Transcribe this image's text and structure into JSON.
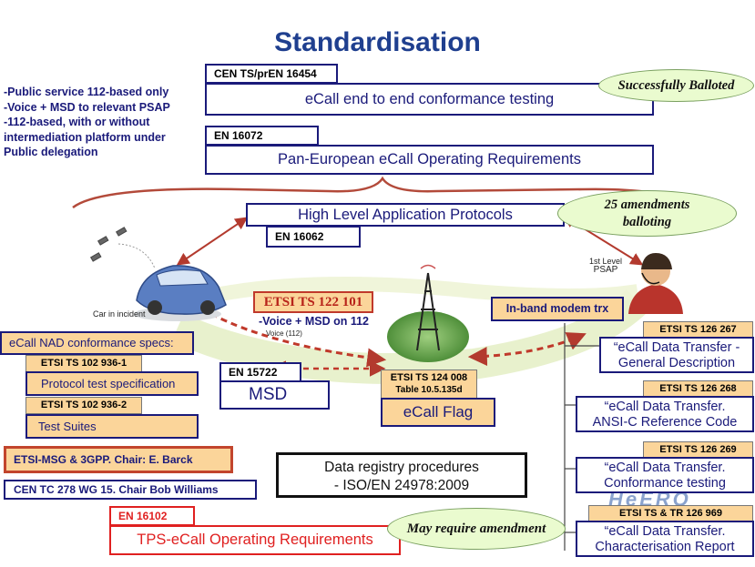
{
  "title": "Standardisation",
  "notes": [
    "-Public service 112-based only",
    "-Voice + MSD to relevant PSAP",
    "-112-based, with or without",
    "intermediation platform under",
    "Public delegation"
  ],
  "cen_ts": {
    "tag": "CEN TS/prEN 16454",
    "label": "eCall end to end conformance testing"
  },
  "balloted": "Successfully Balloted",
  "en16072": {
    "tag": "EN 16072",
    "label": "Pan-European eCall Operating Requirements"
  },
  "hlap": {
    "label": "High Level Application Protocols",
    "tag": "EN 16062"
  },
  "amend25": {
    "line1": "25 amendments",
    "line2": "balloting"
  },
  "car_label": "Car in incident",
  "psap_label": {
    "line1": "1st Level",
    "line2": "PSAP"
  },
  "etsi_122": {
    "tag": "ETSI TS 122 101",
    "sub": "-Voice + MSD on 112",
    "small": "Voice (112)"
  },
  "inband": "In-band modem trx",
  "nad": {
    "header": "eCall NAD conformance specs:",
    "t1_tag": "ETSI TS 102 936-1",
    "t1_label": "Protocol test specification",
    "t2_tag": "ETSI TS 102 936-2",
    "t2_label": "Test Suites"
  },
  "msd": {
    "tag": "EN 15722",
    "label": "MSD"
  },
  "flag": {
    "tag1": "ETSI TS 124 008",
    "tag2": "Table 10.5.135d",
    "label": "eCall Flag"
  },
  "etsi_msg": "ETSI-MSG & 3GPP. Chair: E. Barck",
  "cen_tc": "CEN TC 278 WG 15. Chair Bob Williams",
  "registry": {
    "line1": "Data registry procedures",
    "line2": "- ISO/EN 24978:2009"
  },
  "tps": {
    "tag": "EN 16102",
    "label": "TPS-eCall Operating Requirements"
  },
  "may_amend": "May require amendment",
  "heero_logo": "HeERO",
  "right_specs": [
    {
      "tag": "ETSI TS 126 267",
      "line1": "“eCall Data Transfer -",
      "line2": "General Description"
    },
    {
      "tag": "ETSI TS 126 268",
      "line1": "“eCall Data Transfer.",
      "line2": "ANSI-C Reference Code"
    },
    {
      "tag": "ETSI TS 126 269",
      "line1": "“eCall Data Transfer.",
      "line2": "Conformance testing"
    },
    {
      "tag": "ETSI TS & TR 126 969",
      "line1": "“eCall Data Transfer.",
      "line2": "Characterisation Report"
    }
  ],
  "colors": {
    "title": "#1f3f8f",
    "navy": "#1a1a7a",
    "orange_fill": "#fbd59a",
    "oval_fill": "#eafbcf",
    "arrow": "#c0392b",
    "red_text": "#e02020"
  }
}
